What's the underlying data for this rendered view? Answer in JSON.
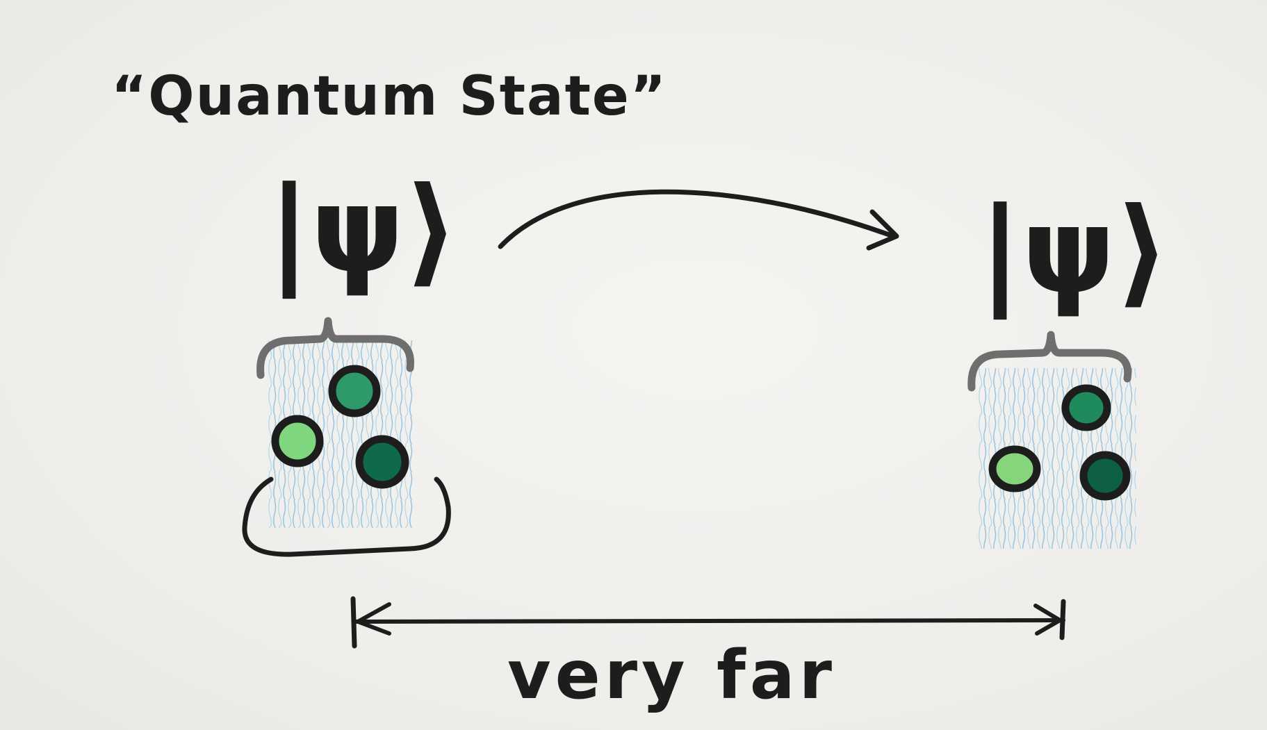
{
  "diagram": {
    "title": "“Quantum State”",
    "left_state": {
      "ket_label": "|ψ⟩",
      "particles": [
        {
          "color": "#2e9a6a"
        },
        {
          "color": "#7fd67f"
        },
        {
          "color": "#0f6a4a"
        }
      ]
    },
    "right_state": {
      "ket_label": "|ψ⟩",
      "particles": [
        {
          "color": "#1f8a5c"
        },
        {
          "color": "#86d47c"
        },
        {
          "color": "#0d5f45"
        }
      ]
    },
    "distance_label": "very far",
    "colors": {
      "ink": "#1d1d1d",
      "bracket_gray": "#6e6e6e",
      "blue_shading": "#7ab8e0"
    }
  }
}
